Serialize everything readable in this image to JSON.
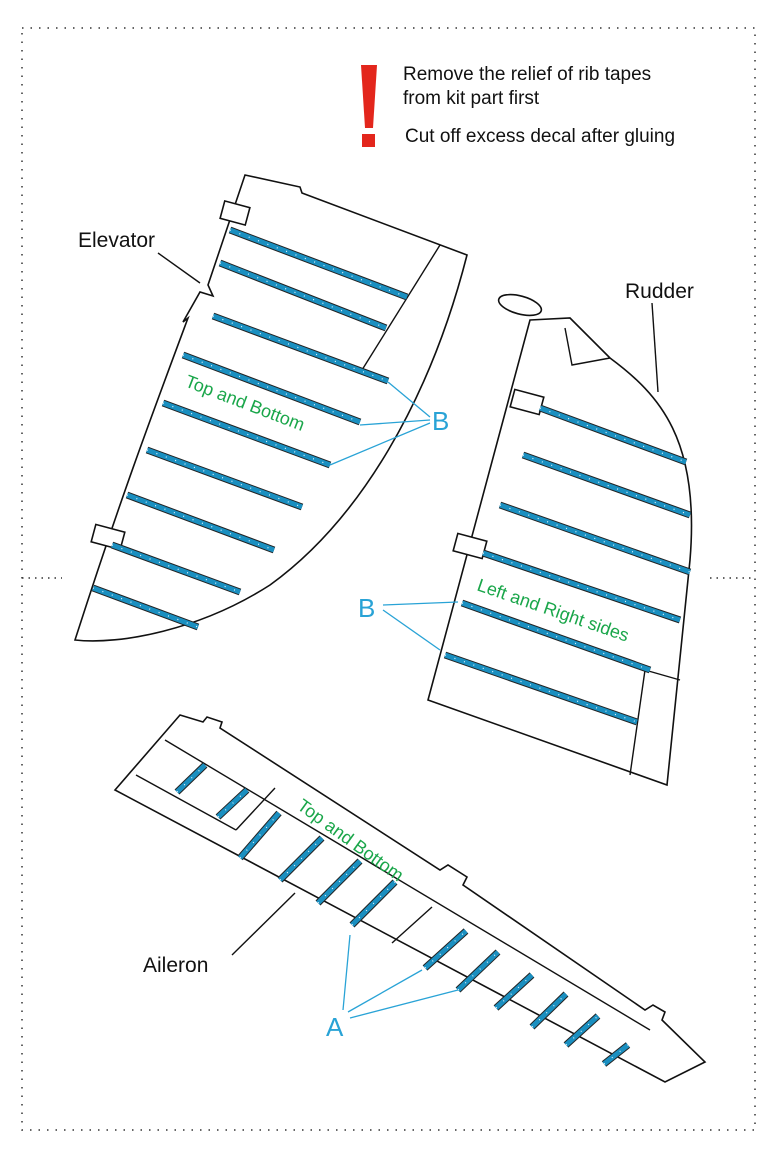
{
  "notes": {
    "line1": "Remove the relief of rib tapes",
    "line2": "from kit part first",
    "line3": "Cut off excess decal after gluing"
  },
  "parts": {
    "elevator": {
      "name": "Elevator",
      "surface": "Top and Bottom",
      "tape": "B"
    },
    "rudder": {
      "name": "Rudder",
      "surface": "Left and Right sides",
      "tape": "B"
    },
    "aileron": {
      "name": "Aileron",
      "surface": "Top and Bottom",
      "tape": "A"
    }
  },
  "colors": {
    "warning": "#e3261c",
    "tape": "#1a8fc0",
    "callout": "#29a3d6",
    "surface_text": "#1aa64a"
  }
}
